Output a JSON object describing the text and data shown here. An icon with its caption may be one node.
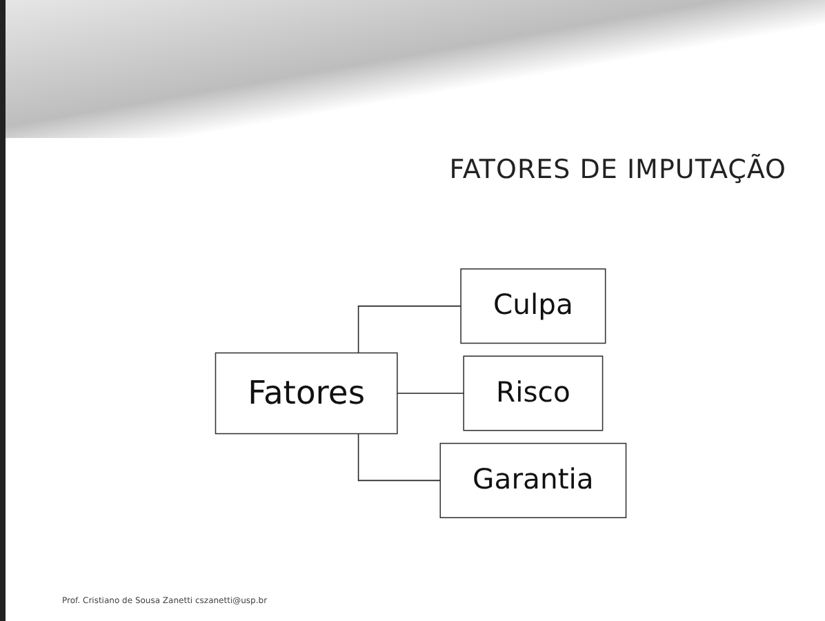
{
  "diagram": {
    "title": "FATORES DE IMPUTAÇÃO",
    "nodes": [
      {
        "text": [
          "Fatores"
        ]
      },
      {
        "text": [
          "Culpa"
        ]
      },
      {
        "text": [
          "Risco"
        ]
      },
      {
        "text": [
          "Garantia"
        ]
      }
    ],
    "edges": [
      {
        "from": 0,
        "to": 1,
        "arrow": "none"
      },
      {
        "from": 0,
        "to": 2,
        "arrow": "none"
      },
      {
        "from": 0,
        "to": 3,
        "arrow": "none"
      }
    ],
    "labels": [
      "Prof. Cristiano de Sousa Zanetti cszanetti@usp.br"
    ]
  }
}
